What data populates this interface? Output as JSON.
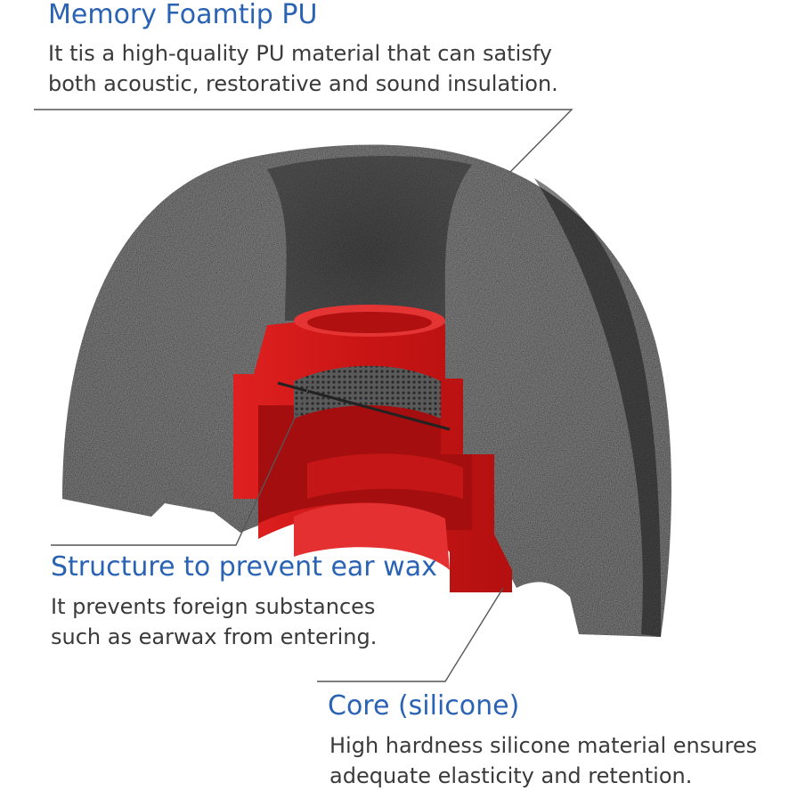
{
  "foam": {
    "title": "Memory Foamtip PU",
    "description_line1": "It tis a high-quality PU material that can satisfy",
    "description_line2": "both acoustic, restorative and sound insulation."
  },
  "structure": {
    "title": "Structure to prevent ear wax",
    "description_line1": "It prevents foreign substances",
    "description_line2": "such as earwax from entering."
  },
  "core": {
    "title": "Core (silicone)",
    "description_line1": "High hardness silicone material ensures",
    "description_line2": "adequate elasticity and retention."
  },
  "colors": {
    "heading": "#2a62b4",
    "body_text": "#3a3a3a",
    "foam": "#2b2b2b",
    "silicone": "#d81c1c"
  }
}
